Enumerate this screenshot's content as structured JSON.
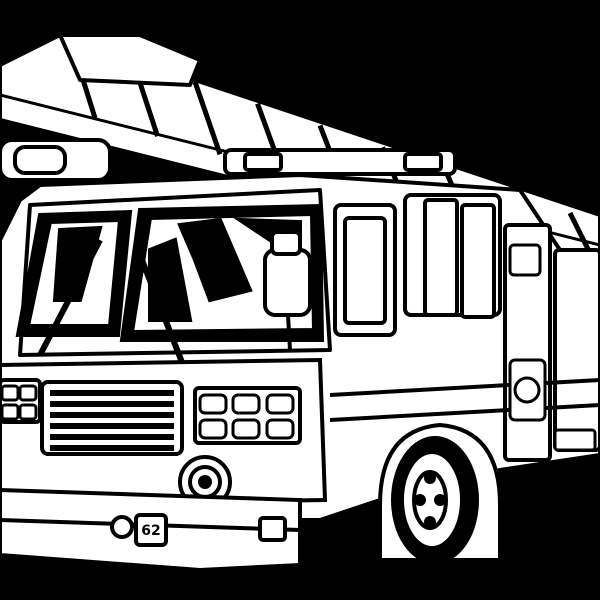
{
  "image": {
    "background_color": "#000000",
    "line_color": "#000000",
    "fill_color": "#ffffff",
    "subject": "fire-truck-line-art",
    "ladder_rungs": 9,
    "grille_slats": 6,
    "front_plate_text": "62"
  }
}
